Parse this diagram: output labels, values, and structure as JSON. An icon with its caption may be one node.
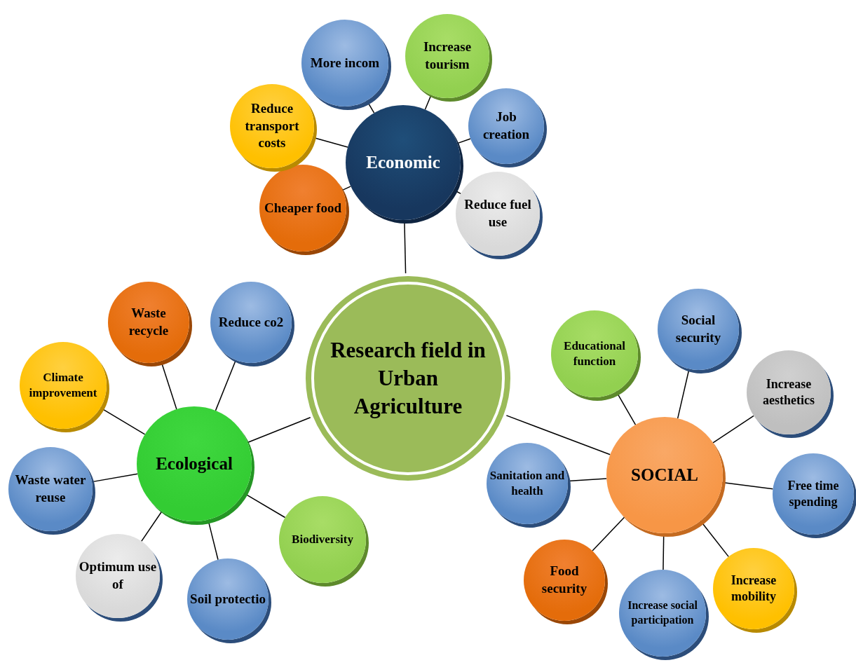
{
  "diagram": {
    "nodes": [
      {
        "text": [
          "Research field in Urban Agriculture"
        ]
      },
      {
        "text": [
          "Economic"
        ]
      },
      {
        "text": [
          "Ecological"
        ]
      },
      {
        "text": [
          "SOCIAL"
        ]
      },
      {
        "text": [
          "More incom"
        ]
      },
      {
        "text": [
          "Increase tourism"
        ]
      },
      {
        "text": [
          "Job creation"
        ]
      },
      {
        "text": [
          "Reduce fuel use"
        ]
      },
      {
        "text": [
          "Cheaper food"
        ]
      },
      {
        "text": [
          "Reduce transport costs"
        ]
      },
      {
        "text": [
          "Waste recycle"
        ]
      },
      {
        "text": [
          "Reduce co2"
        ]
      },
      {
        "text": [
          "Climate improvement"
        ]
      },
      {
        "text": [
          "Waste water reuse"
        ]
      },
      {
        "text": [
          "Optimum use of"
        ]
      },
      {
        "text": [
          "Soil protectio"
        ]
      },
      {
        "text": [
          "Biodiversity"
        ]
      },
      {
        "text": [
          "Educational function"
        ]
      },
      {
        "text": [
          "Social security"
        ]
      },
      {
        "text": [
          "Increase aesthetics"
        ]
      },
      {
        "text": [
          "Sanitation and health"
        ]
      },
      {
        "text": [
          "Free time spending"
        ]
      },
      {
        "text": [
          "Food security"
        ]
      },
      {
        "text": [
          "Increase social participation"
        ]
      },
      {
        "text": [
          "Increase mobility"
        ]
      }
    ],
    "edges": [
      {
        "from": 0,
        "to": 1,
        "arrow": "none"
      },
      {
        "from": 0,
        "to": 2,
        "arrow": "none"
      },
      {
        "from": 0,
        "to": 3,
        "arrow": "none"
      },
      {
        "from": 1,
        "to": 4,
        "arrow": "none"
      },
      {
        "from": 1,
        "to": 5,
        "arrow": "none"
      },
      {
        "from": 1,
        "to": 6,
        "arrow": "none"
      },
      {
        "from": 1,
        "to": 7,
        "arrow": "none"
      },
      {
        "from": 1,
        "to": 8,
        "arrow": "none"
      },
      {
        "from": 1,
        "to": 9,
        "arrow": "none"
      },
      {
        "from": 2,
        "to": 10,
        "arrow": "none"
      },
      {
        "from": 2,
        "to": 11,
        "arrow": "none"
      },
      {
        "from": 2,
        "to": 12,
        "arrow": "none"
      },
      {
        "from": 2,
        "to": 13,
        "arrow": "none"
      },
      {
        "from": 2,
        "to": 14,
        "arrow": "none"
      },
      {
        "from": 2,
        "to": 15,
        "arrow": "none"
      },
      {
        "from": 2,
        "to": 16,
        "arrow": "none"
      },
      {
        "from": 3,
        "to": 17,
        "arrow": "none"
      },
      {
        "from": 3,
        "to": 18,
        "arrow": "none"
      },
      {
        "from": 3,
        "to": 19,
        "arrow": "none"
      },
      {
        "from": 3,
        "to": 20,
        "arrow": "none"
      },
      {
        "from": 3,
        "to": 21,
        "arrow": "none"
      },
      {
        "from": 3,
        "to": 22,
        "arrow": "none"
      },
      {
        "from": 3,
        "to": 23,
        "arrow": "none"
      },
      {
        "from": 3,
        "to": 24,
        "arrow": "none"
      }
    ]
  }
}
